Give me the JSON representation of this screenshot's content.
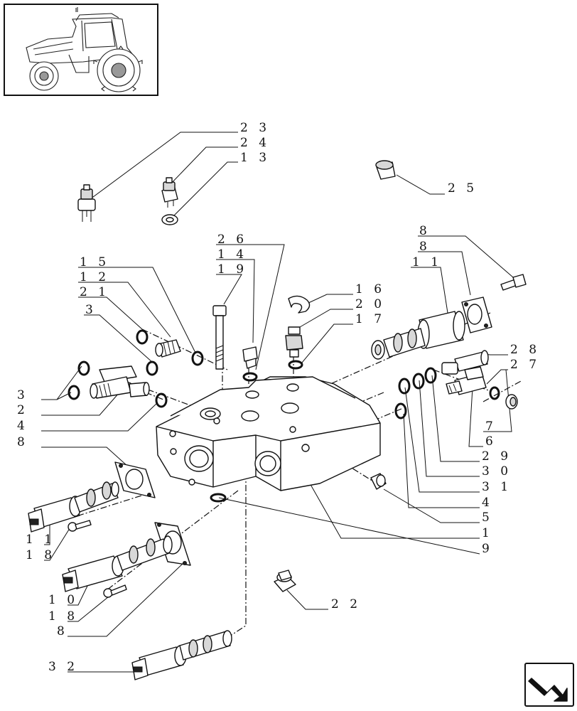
{
  "callouts": [
    {
      "text": "2 3"
    },
    {
      "text": "2 4"
    },
    {
      "text": "1 3"
    },
    {
      "text": "2 5"
    },
    {
      "text": "2 6"
    },
    {
      "text": "1 4"
    },
    {
      "text": "1 9"
    },
    {
      "text": "1 5"
    },
    {
      "text": "1 2"
    },
    {
      "text": "2 1"
    },
    {
      "text": "3"
    },
    {
      "text": "1 6"
    },
    {
      "text": "2 0"
    },
    {
      "text": "1 7"
    },
    {
      "text": "8"
    },
    {
      "text": "8"
    },
    {
      "text": "1 1"
    },
    {
      "text": "2 8"
    },
    {
      "text": "2 7"
    },
    {
      "text": "3"
    },
    {
      "text": "2"
    },
    {
      "text": "4"
    },
    {
      "text": "8"
    },
    {
      "text": "7"
    },
    {
      "text": "6"
    },
    {
      "text": "2 9"
    },
    {
      "text": "3 0"
    },
    {
      "text": "3 1"
    },
    {
      "text": "4"
    },
    {
      "text": "5"
    },
    {
      "text": "1"
    },
    {
      "text": "9"
    },
    {
      "text": "1 1"
    },
    {
      "text": "1 8"
    },
    {
      "text": "1 0"
    },
    {
      "text": "1 8"
    },
    {
      "text": "8"
    },
    {
      "text": "3 2"
    },
    {
      "text": "2 2"
    }
  ],
  "icons": {
    "thumbnail": "tractor-thumbnail-icon",
    "nav": "next-page-arrow-icon"
  }
}
